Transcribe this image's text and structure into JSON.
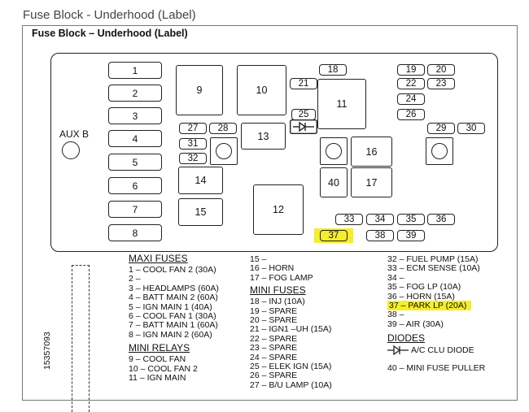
{
  "page_title": "Fuse Block - Underhood (Label)",
  "diagram_title": "Fuse Block – Underhood (Label)",
  "aux_label": "AUX B",
  "maxi_slots": [
    "1",
    "2",
    "3",
    "4",
    "5",
    "6",
    "7",
    "8"
  ],
  "relay_boxes": {
    "r9": "9",
    "r10": "10",
    "r11": "11",
    "r12": "12",
    "r13": "13",
    "r14": "14",
    "r15": "15",
    "r16": "16",
    "r17": "17",
    "r40": "40"
  },
  "mini_slots": {
    "f18": "18",
    "f19": "19",
    "f20": "20",
    "f21": "21",
    "f22": "22",
    "f23": "23",
    "f24": "24",
    "f25": "25",
    "f26": "26",
    "f27": "27",
    "f28": "28",
    "f29": "29",
    "f30": "30",
    "f31": "31",
    "f32": "32",
    "f33": "33",
    "f34": "34",
    "f35": "35",
    "f36": "36",
    "f37": "37",
    "f38": "38",
    "f39": "39"
  },
  "highlight_color": "#f5ee2a",
  "legend_col1": {
    "maxi_header": "MAXI FUSES",
    "maxi": [
      "1 – COOL FAN 2 (30A)",
      "2 –",
      "3 – HEADLAMPS (60A)",
      "4 – BATT MAIN 2 (60A)",
      "5 – IGN MAIN 1 (40A)",
      "6 – COOL FAN 1 (30A)",
      "7 – BATT MAIN 1 (60A)",
      "8 – IGN MAIN 2 (60A)"
    ],
    "relay_header": "MINI RELAYS",
    "relays": [
      "9 – COOL FAN",
      "10 – COOL FAN 2",
      "11 – IGN MAIN"
    ]
  },
  "legend_col2": {
    "top": [
      "15 –",
      "16 – HORN",
      "17 – FOG LAMP"
    ],
    "mini_header": "MINI FUSES",
    "mini": [
      "18 – INJ (10A)",
      "19 – SPARE",
      "20 – SPARE",
      "21 – IGN1 –UH (15A)",
      "22 – SPARE",
      "23 – SPARE",
      "24 – SPARE",
      "25 – ELEK IGN (15A)",
      "26 – SPARE",
      "27 – B/U LAMP (10A)"
    ]
  },
  "legend_col3": {
    "items": [
      "32 – FUEL PUMP (15A)",
      "33 – ECM SENSE (10A)",
      "34 –",
      "35 – FOG LP (10A)",
      "36 – HORN (15A)",
      "37 – PARK LP (20A)",
      "38 –",
      "39 – AIR (30A)"
    ],
    "diode_header": "DIODES",
    "diode": "A/C CLU DIODE",
    "puller": "40 – MINI FUSE PULLER"
  },
  "part_number": "15357093"
}
